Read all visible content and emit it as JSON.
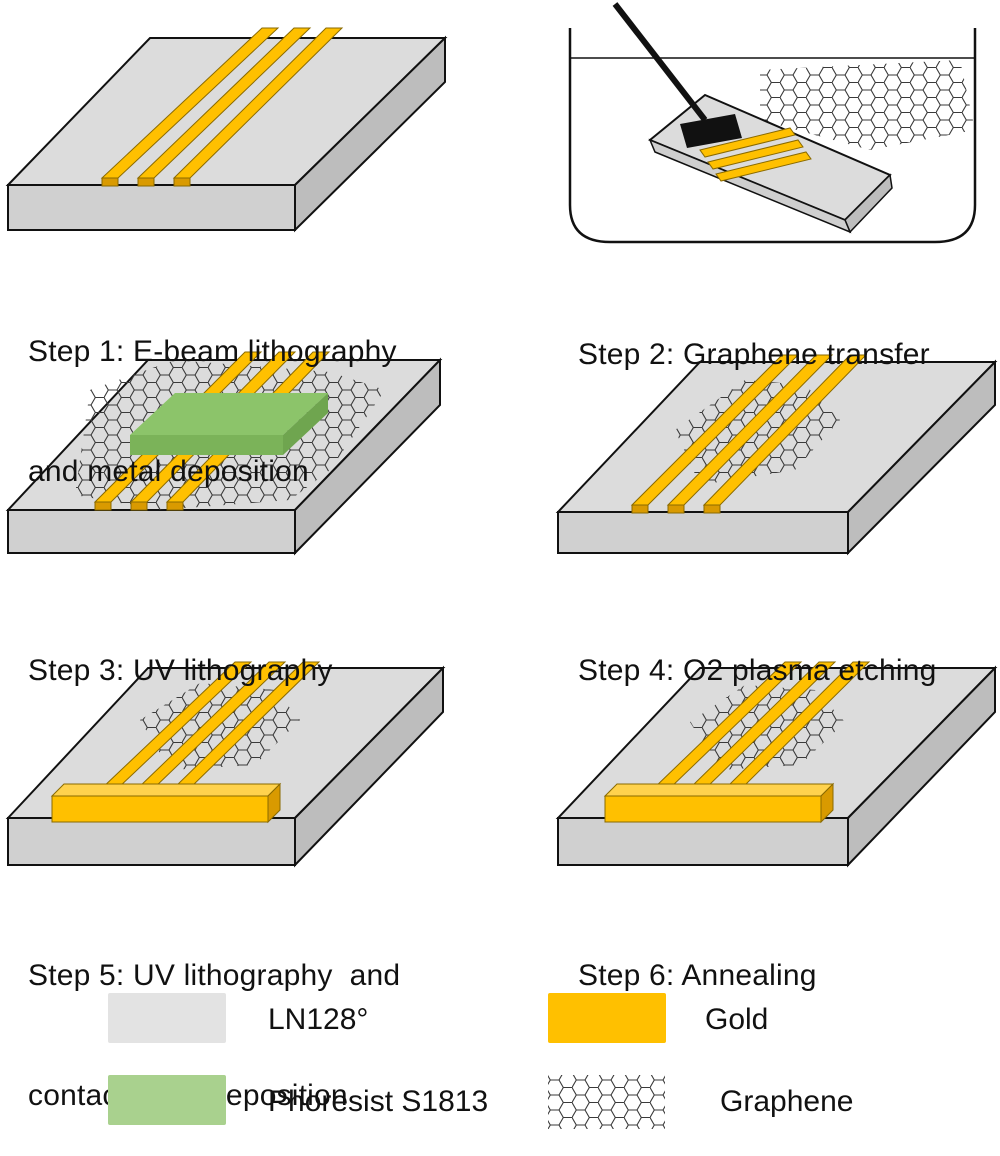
{
  "colors": {
    "substrate_top": "#dcdcdc",
    "substrate_side": "#c8c8c8",
    "substrate_edge": "#111111",
    "gold": "#ffc000",
    "gold_dark": "#d99a00",
    "photoresist": "#8cc46a",
    "photoresist_side": "#6fa54f",
    "graphene_line": "#333333",
    "legend_ln": "#e3e3e3",
    "legend_gold": "#ffc000",
    "legend_pr": "#a9d18e"
  },
  "steps": [
    {
      "id": 1,
      "caption_line1": "Step 1: E-beam lithography",
      "caption_line2": "and metal deposition"
    },
    {
      "id": 2,
      "caption_line1": "Step 2: Graphene transfer",
      "caption_line2": ""
    },
    {
      "id": 3,
      "caption_line1": "Step 3: UV lithography",
      "caption_line2": ""
    },
    {
      "id": 4,
      "caption_line1": "Step 4: O2 plasma etching",
      "caption_line2": ""
    },
    {
      "id": 5,
      "caption_line1": "Step 5: UV lithography  and",
      "caption_line2": "contact pads deposition"
    },
    {
      "id": 6,
      "caption_line1": "Step 6: Annealing",
      "caption_line2": ""
    }
  ],
  "legend": {
    "ln_label": "LN128°",
    "gold_label": "Gold",
    "pr_label": "Phoresist S1813",
    "graphene_label": "Graphene"
  }
}
